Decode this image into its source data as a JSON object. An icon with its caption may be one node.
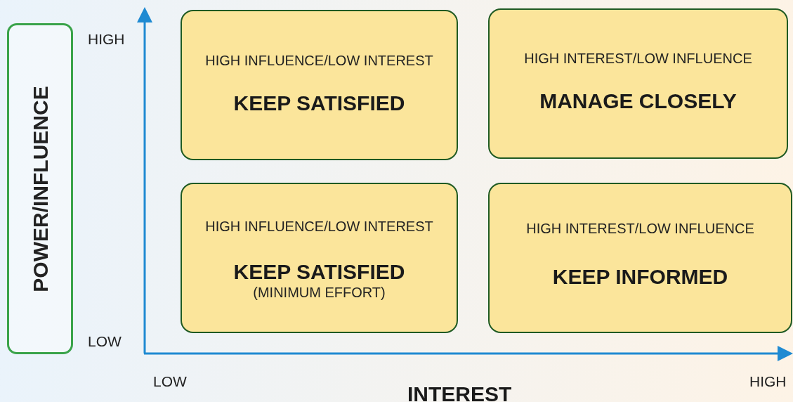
{
  "diagram": {
    "nodes": [
      {
        "text": [
          "POWER/INFLUENCE"
        ]
      },
      {
        "text": [
          "HIGH INFLUENCE/LOW INTEREST",
          "KEEP SATISFIED"
        ]
      },
      {
        "text": [
          "HIGH INTEREST/LOW INFLUENCE",
          "MANAGE CLOSELY"
        ]
      },
      {
        "text": [
          "HIGH INFLUENCE/LOW INTEREST",
          "KEEP SATISFIED",
          "(MINIMUM EFFORT)"
        ]
      },
      {
        "text": [
          "HIGH INTEREST/LOW INFLUENCE",
          "KEEP INFORMED"
        ]
      }
    ],
    "labels": [
      "HIGH",
      "LOW",
      "LOW",
      "HIGH",
      "INTEREST"
    ]
  }
}
